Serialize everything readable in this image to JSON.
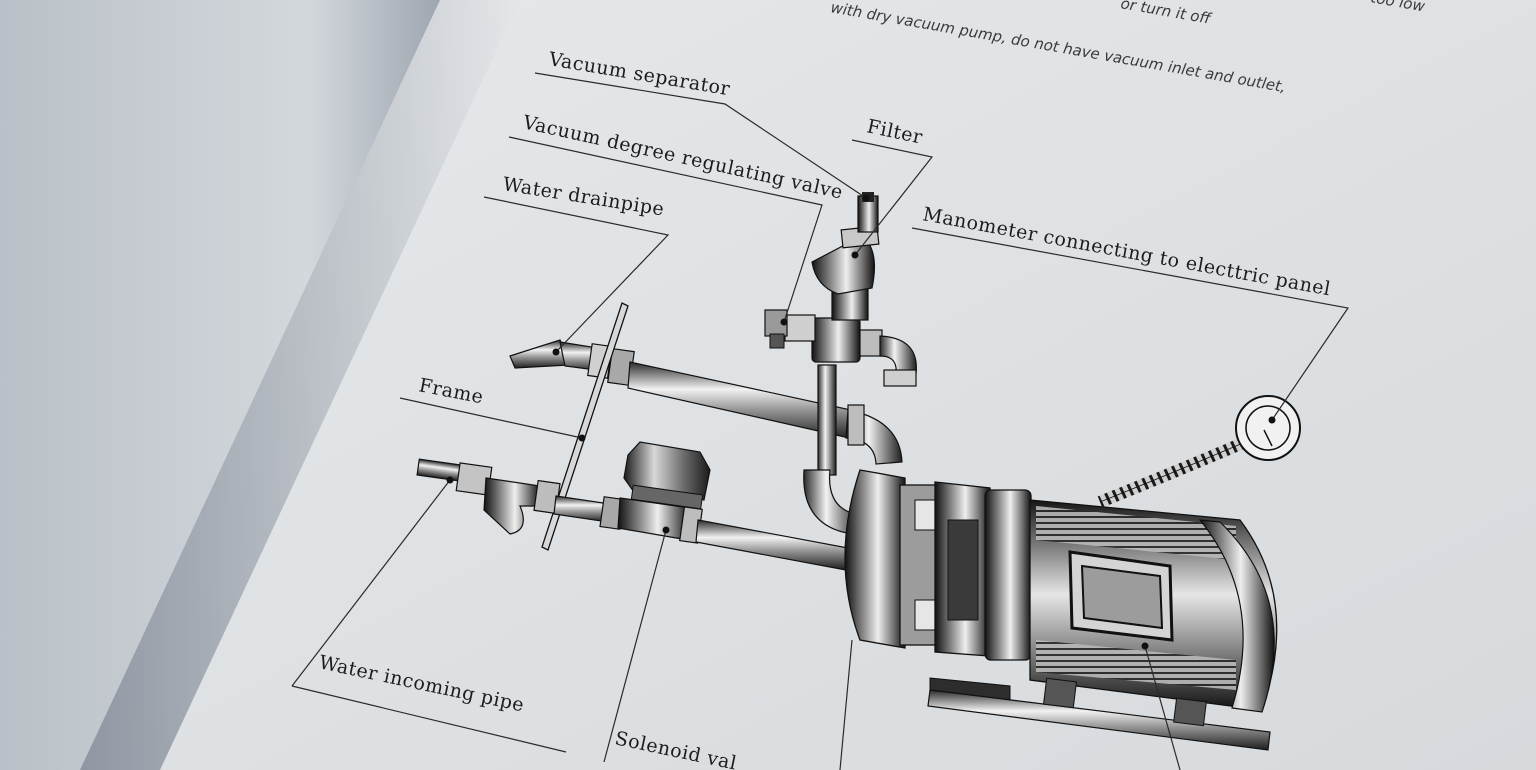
{
  "header_text": {
    "line1": "with dry vacuum pump, do not have vacuum inlet and outlet,",
    "fragment_a": "or turn it off",
    "fragment_b": "too low"
  },
  "labels": {
    "vacuum_separator": "Vacuum separator",
    "filter": "Filter",
    "vacuum_degree_regulating_valve": "Vacuum degree regulating valve",
    "water_drainpipe": "Water drainpipe",
    "manometer": "Manometer connecting to electtric panel",
    "frame": "Frame",
    "water_incoming_pipe": "Water incoming pipe",
    "solenoid_valve": "Solenoid val"
  },
  "colors": {
    "page": "#dde1e4",
    "left_page": "#c7cdd3",
    "metal_dark": "#2b2b2b",
    "metal_light": "#e8e8e8",
    "ink": "#1c1c1c"
  }
}
